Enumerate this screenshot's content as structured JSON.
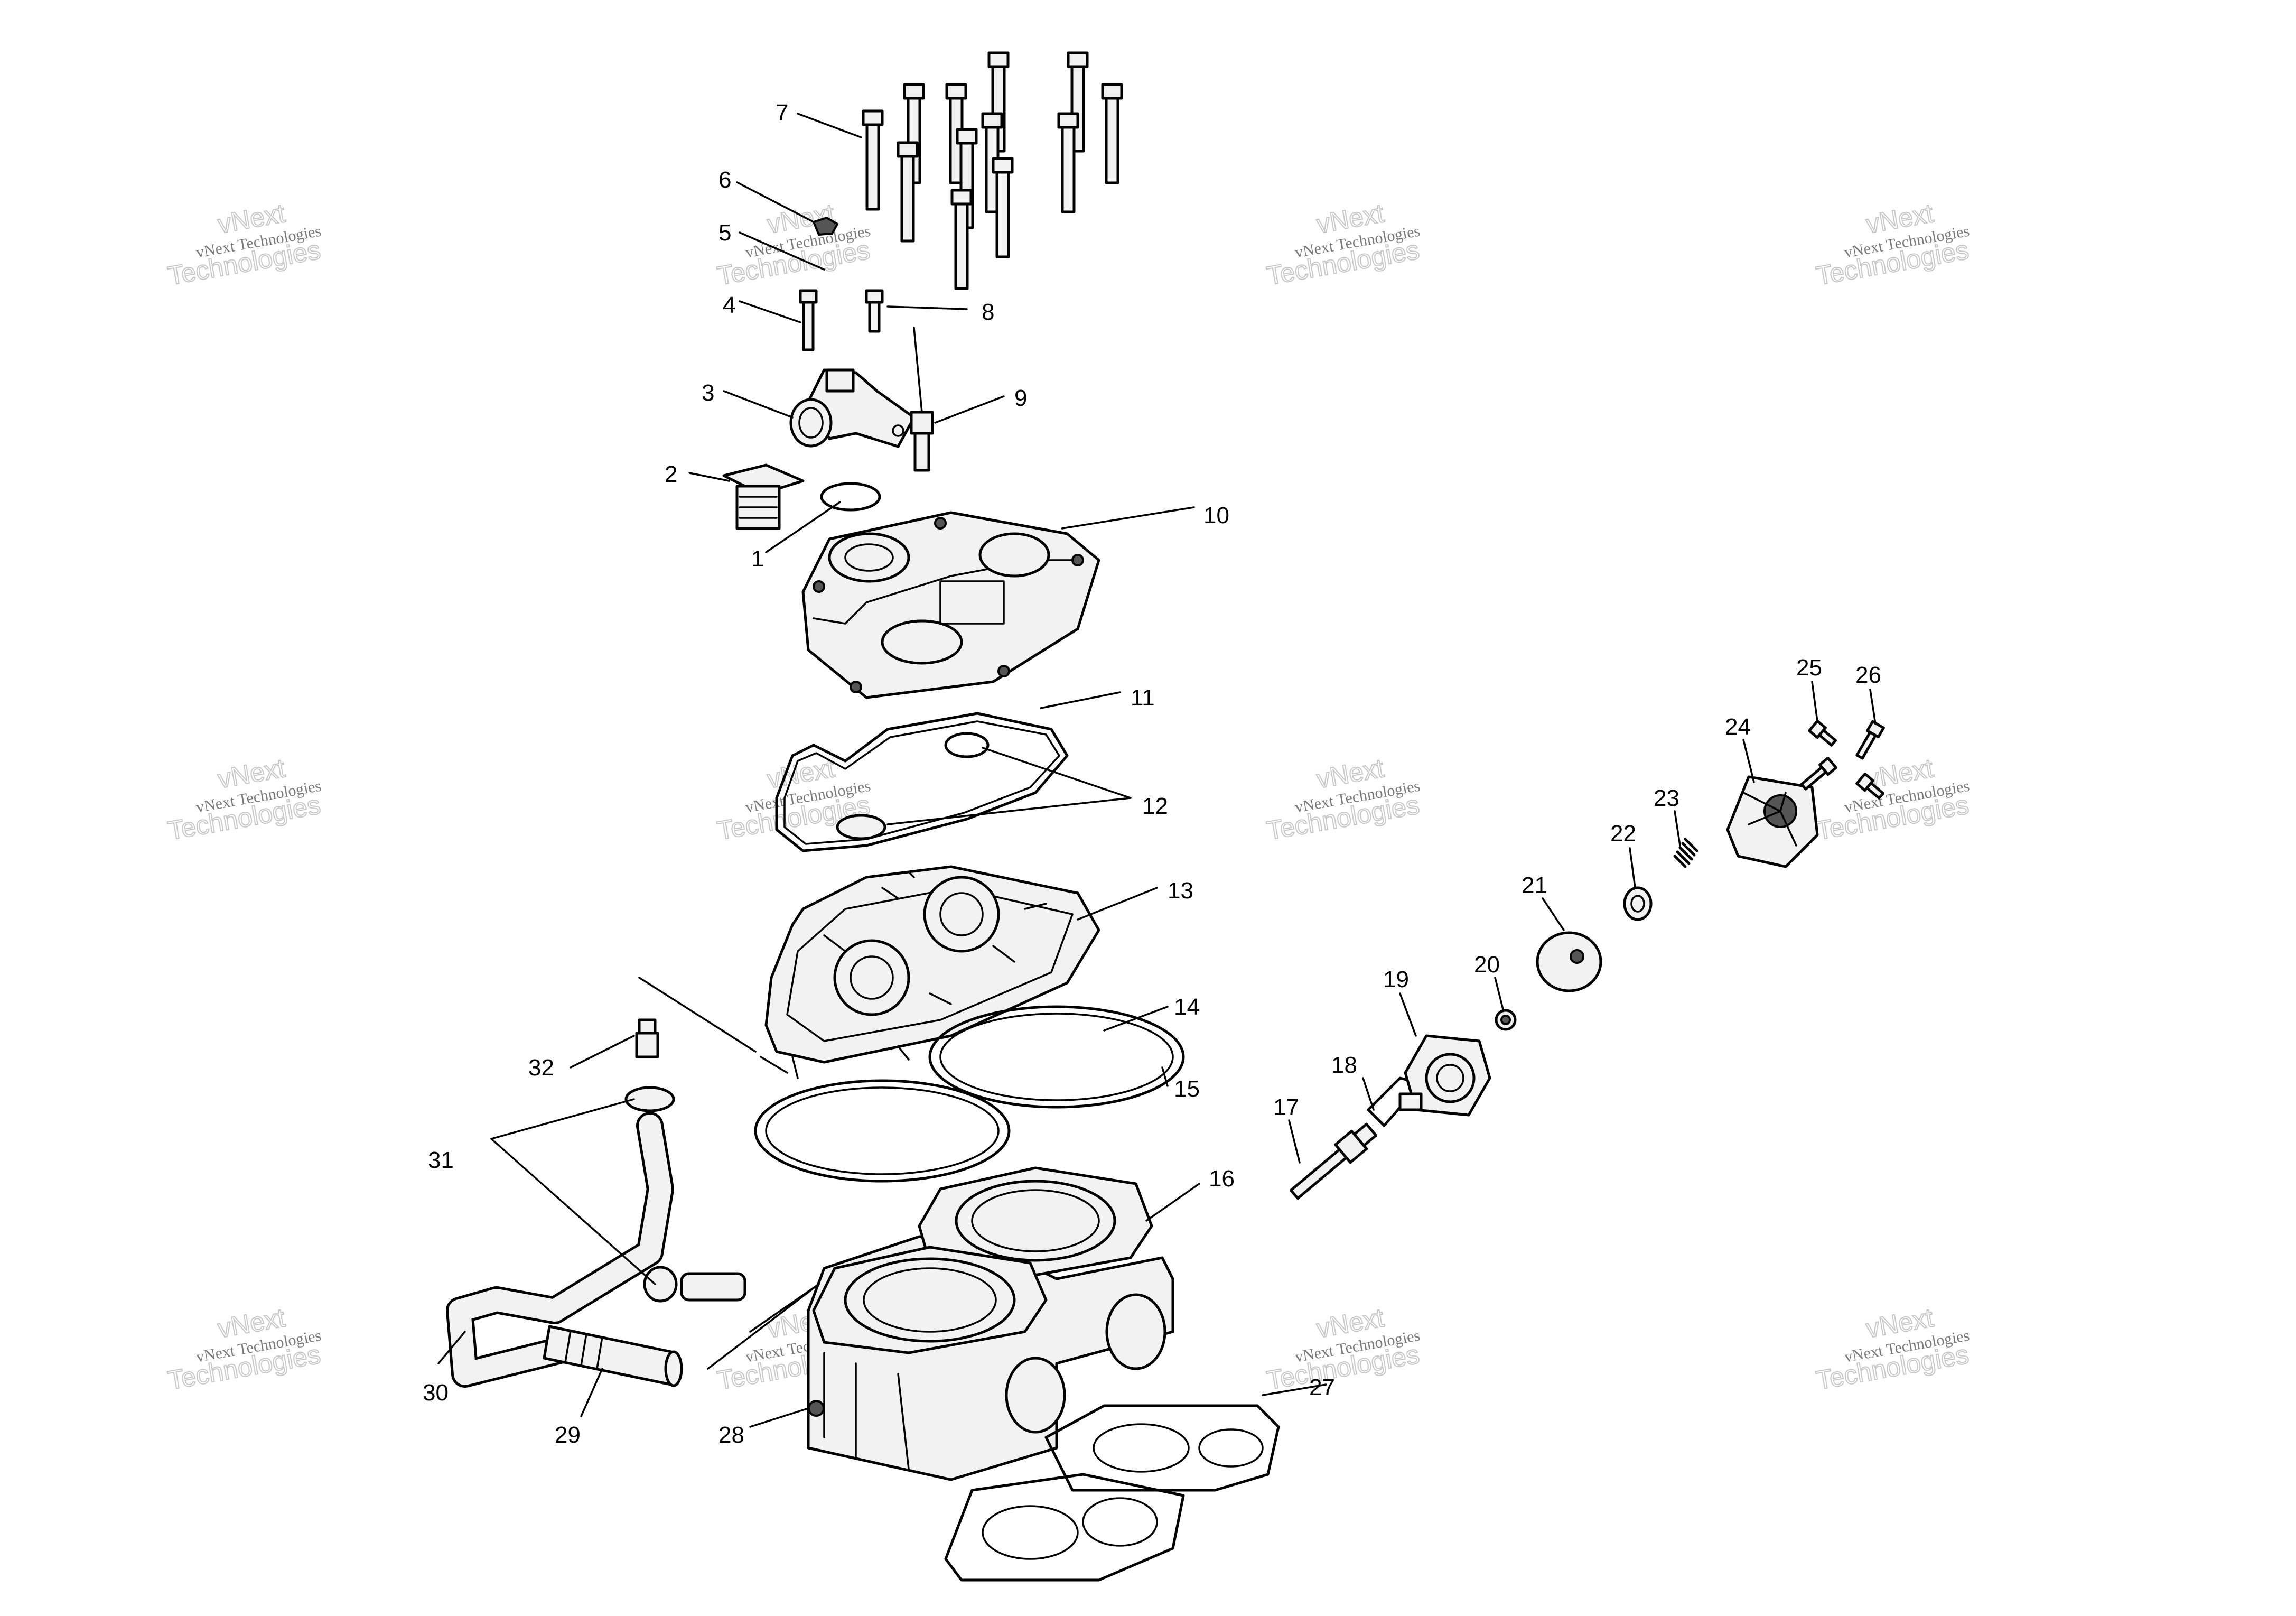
{
  "watermark": {
    "line1": "vNext Technologies",
    "line2": "vNext",
    "line3": "Technologies"
  },
  "callouts": [
    "1",
    "2",
    "3",
    "4",
    "5",
    "6",
    "7",
    "8",
    "9",
    "10",
    "11",
    "12",
    "13",
    "14",
    "15",
    "16",
    "17",
    "18",
    "19",
    "20",
    "21",
    "22",
    "23",
    "24",
    "25",
    "26",
    "27",
    "28",
    "29",
    "30",
    "31",
    "32"
  ]
}
